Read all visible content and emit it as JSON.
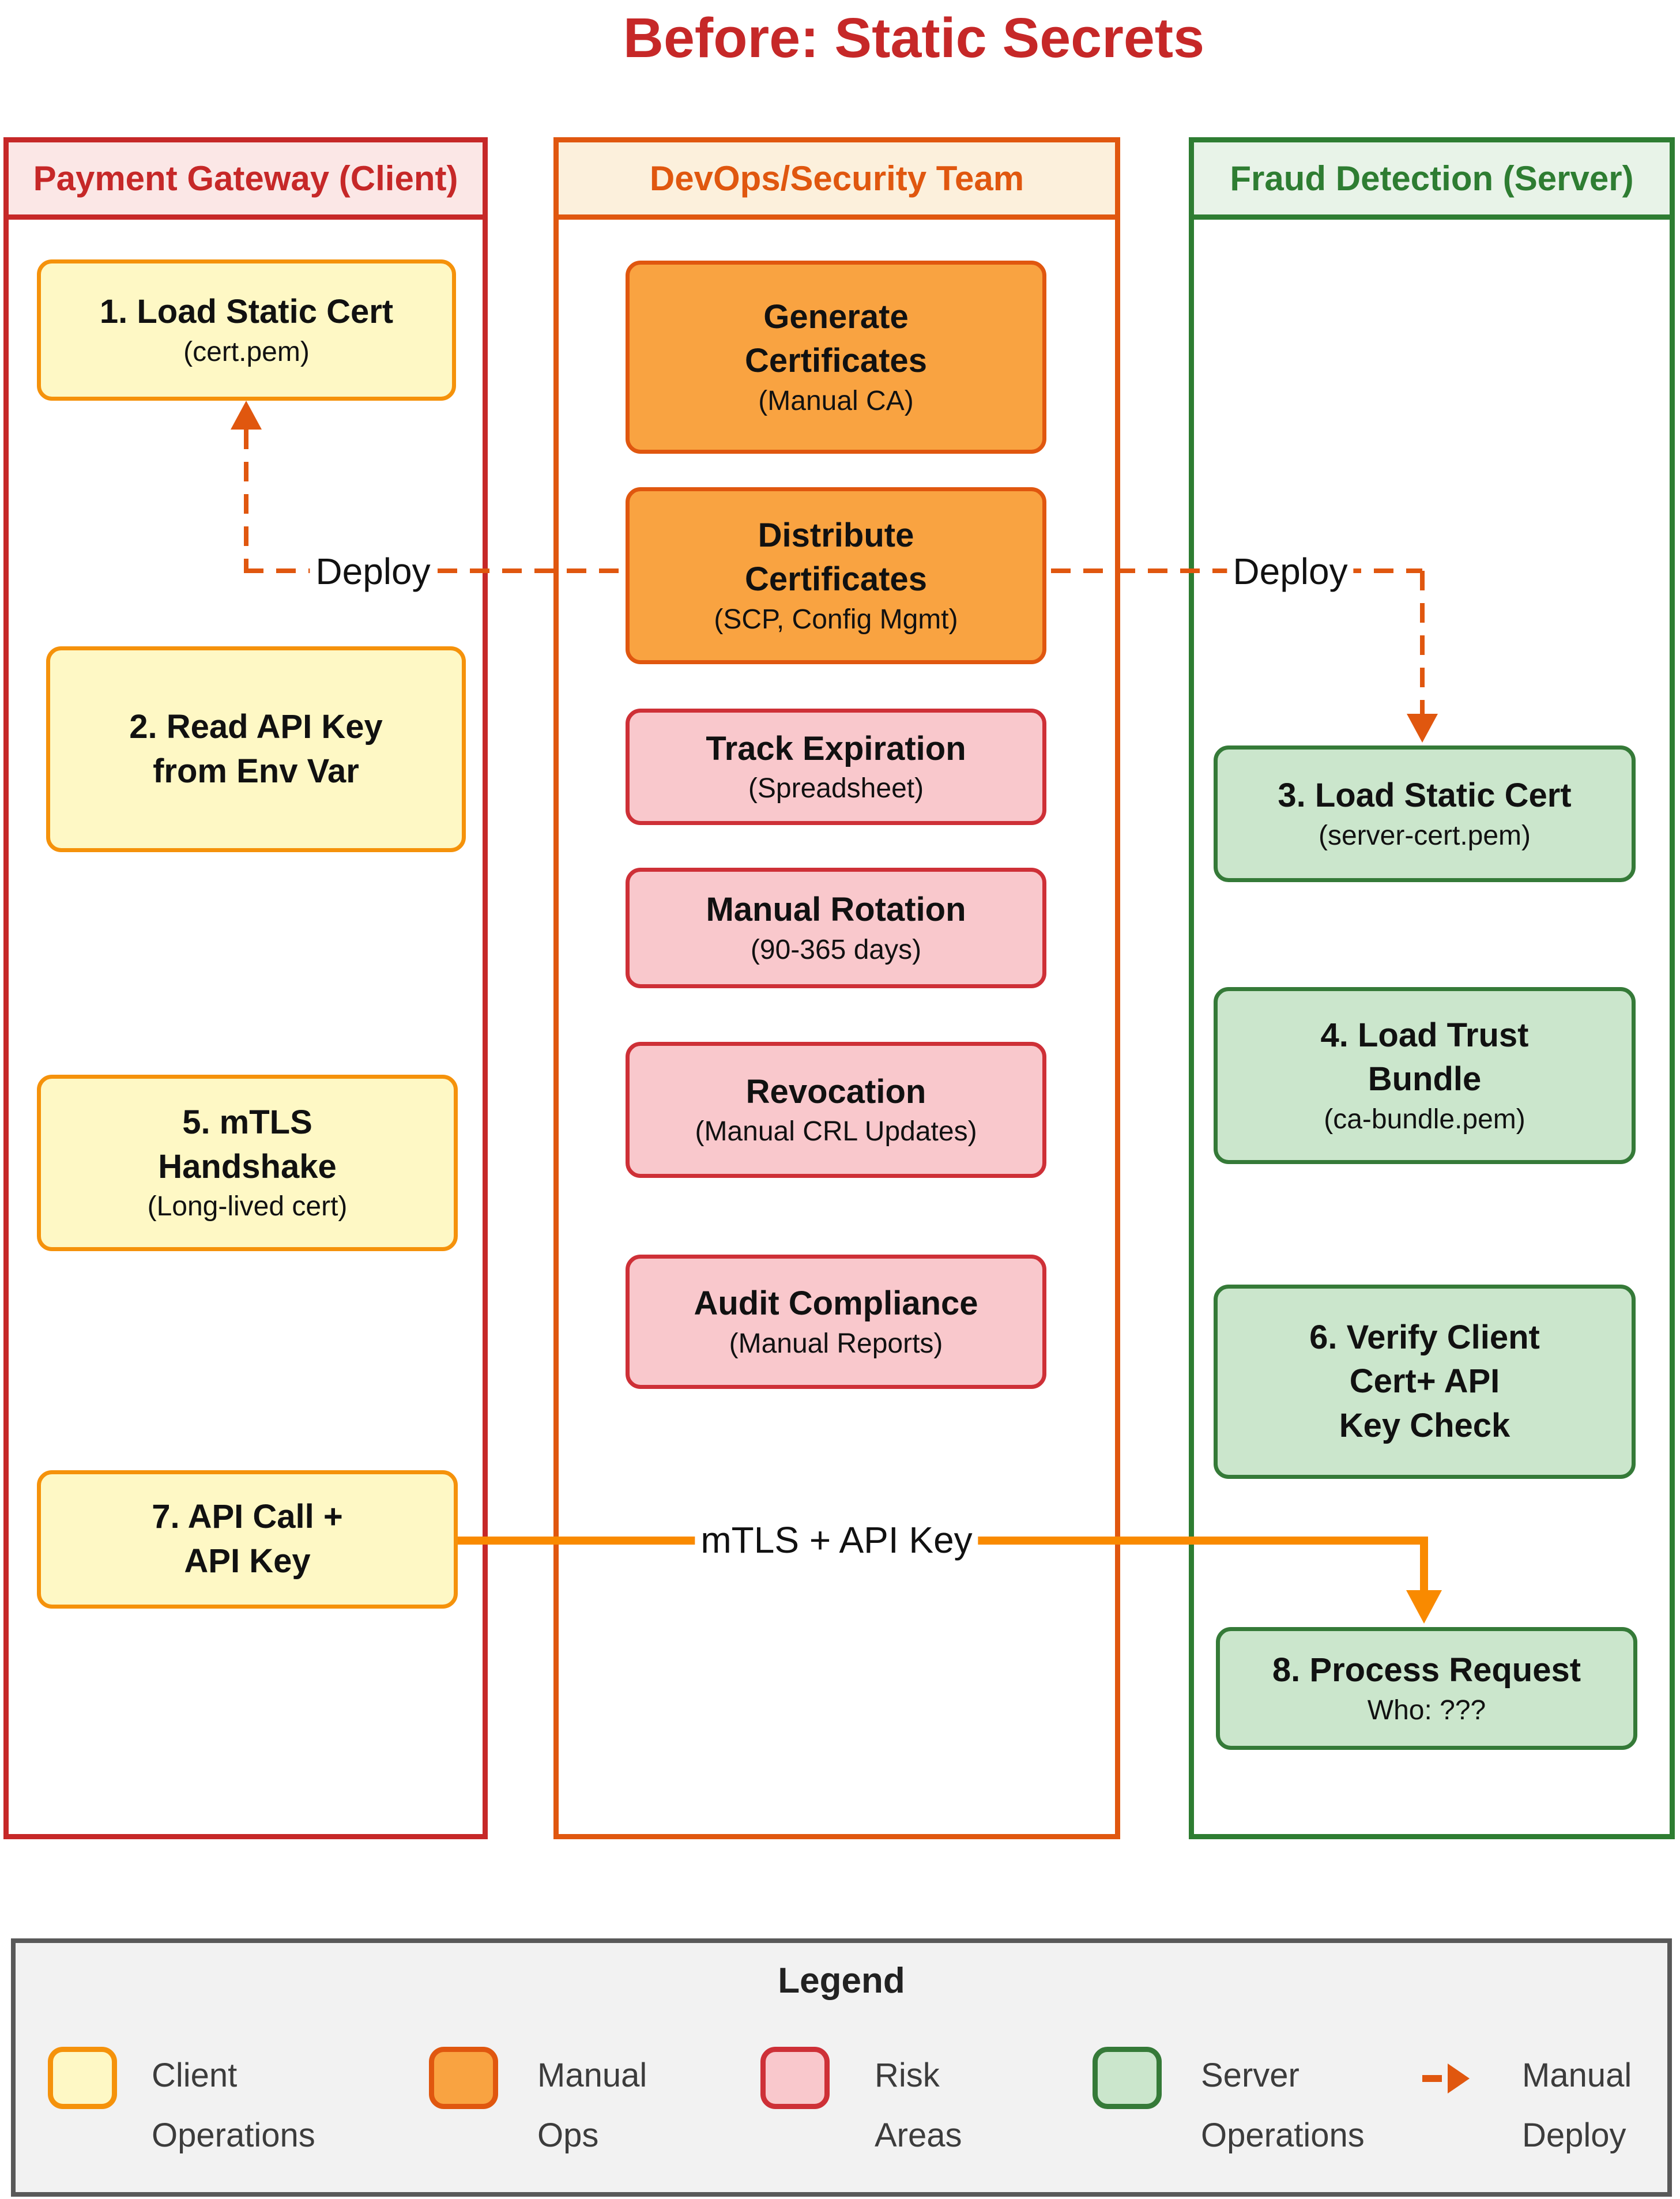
{
  "title": "Before: Static Secrets",
  "columns": {
    "client": {
      "header": "Payment Gateway (Client)"
    },
    "devops": {
      "header": "DevOps/Security Team"
    },
    "server": {
      "header": "Fraud Detection (Server)"
    }
  },
  "boxes": {
    "step1": {
      "title": "1. Load Static Cert",
      "subtitle": "(cert.pem)"
    },
    "step2": {
      "title": "2. Read API Key\nfrom Env Var"
    },
    "step5": {
      "title": "5. mTLS\nHandshake",
      "subtitle": "(Long-lived cert)"
    },
    "step7": {
      "title": "7. API Call +\nAPI Key"
    },
    "generate": {
      "title": "Generate\nCertificates",
      "subtitle": "(Manual CA)"
    },
    "distribute": {
      "title": "Distribute\nCertificates",
      "subtitle": "(SCP, Config Mgmt)"
    },
    "track": {
      "title": "Track Expiration",
      "subtitle": "(Spreadsheet)"
    },
    "rotation": {
      "title": "Manual Rotation",
      "subtitle": "(90-365 days)"
    },
    "revocation": {
      "title": "Revocation",
      "subtitle": "(Manual CRL Updates)"
    },
    "audit": {
      "title": "Audit Compliance",
      "subtitle": "(Manual Reports)"
    },
    "step3": {
      "title": "3. Load Static Cert",
      "subtitle": "(server-cert.pem)"
    },
    "step4": {
      "title": "4. Load Trust\nBundle",
      "subtitle": "(ca-bundle.pem)"
    },
    "step6": {
      "title": "6. Verify Client\nCert+ API\nKey Check"
    },
    "step8": {
      "title": "8. Process Request",
      "subtitle": "Who: ???"
    }
  },
  "labels": {
    "deploy_left": "Deploy",
    "deploy_right": "Deploy",
    "mtls": "mTLS + API Key"
  },
  "legend": {
    "title": "Legend",
    "items": [
      {
        "label": "Client\nOperations"
      },
      {
        "label": "Manual\nOps"
      },
      {
        "label": "Risk\nAreas"
      },
      {
        "label": "Server\nOperations"
      },
      {
        "label": "Manual\nDeploy"
      }
    ]
  },
  "colors": {
    "title": "#C62828",
    "client_accent": "#C62828",
    "devops_accent": "#E0570F",
    "server_accent": "#2E7D32",
    "client_box_fill": "#FEF8C5",
    "client_box_border": "#F5920B",
    "manual_ops_fill": "#F9A341",
    "risk_fill": "#F9C8CC",
    "risk_border": "#CE3037",
    "server_box_fill": "#CBE6CC",
    "server_box_border": "#357A38",
    "deploy_dash_line": "#E0570F",
    "mtls_line": "#F98A00",
    "legend_bg": "#F2F2F2"
  }
}
